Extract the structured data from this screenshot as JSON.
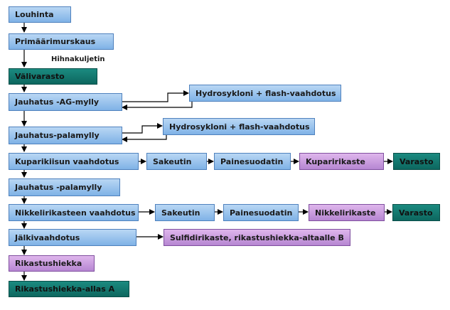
{
  "nodes": {
    "louhinta": "Louhinta",
    "primaarimurskaus": "Primäärimurskaus",
    "hihnakuljetin": "Hihnakuljetin",
    "valivarasto": "Välivarasto",
    "jauhatus_ag": "Jauhatus -AG-mylly",
    "hydro1": "Hydrosykloni + flash-vaahdotus",
    "jauhatus_pala1": "Jauhatus-palamylly",
    "hydro2": "Hydrosykloni + flash-vaahdotus",
    "kuparikiisu": "Kuparikiisun vaahdotus",
    "sakeutin1": "Sakeutin",
    "painesuodatin1": "Painesuodatin",
    "kuparirikaste": "Kuparirikaste",
    "varasto1": "Varasto",
    "jauhatus_pala2": "Jauhatus -palamylly",
    "nikkeli": "Nikkelirikasteen vaahdotus",
    "sakeutin2": "Sakeutin",
    "painesuodatin2": "Painesuodatin",
    "nikkelirikaste": "Nikkelirikaste",
    "varasto2": "Varasto",
    "jalkivaahdotus": "Jälkivaahdotus",
    "sulfidi": "Sulfidirikaste, rikastushiekka-altaalle B",
    "rikastushiekka": "Rikastushiekka",
    "allas_a": "Rikastushiekka-allas A"
  }
}
